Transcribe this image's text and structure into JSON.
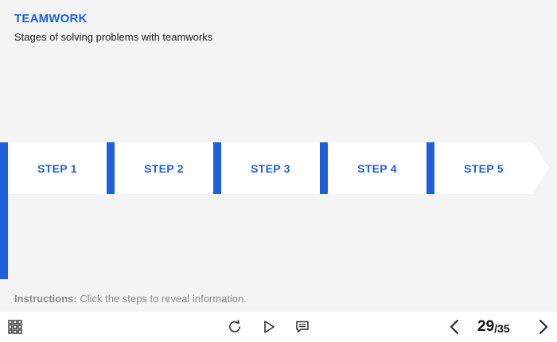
{
  "header": {
    "title": "TEAMWORK",
    "subtitle": "Stages of solving problems with teamworks"
  },
  "steps": [
    {
      "label": "STEP 1"
    },
    {
      "label": "STEP 2"
    },
    {
      "label": "STEP 3"
    },
    {
      "label": "STEP 4"
    },
    {
      "label": "STEP 5"
    }
  ],
  "instructions": {
    "prefix": "Instructions:",
    "text": " Click the steps to reveal information."
  },
  "toolbar": {
    "menu_icon": "grid-menu-icon",
    "replay_icon": "replay-icon",
    "play_icon": "play-icon",
    "notes_icon": "notes-icon",
    "prev_icon": "chevron-left-icon",
    "next_icon": "chevron-right-icon",
    "page_current": "29",
    "page_total": "/35"
  },
  "colors": {
    "accent": "#1f5fdb",
    "background": "#f4f4f4",
    "step_fill": "#ffffff",
    "muted_text": "#8a8a8a"
  }
}
